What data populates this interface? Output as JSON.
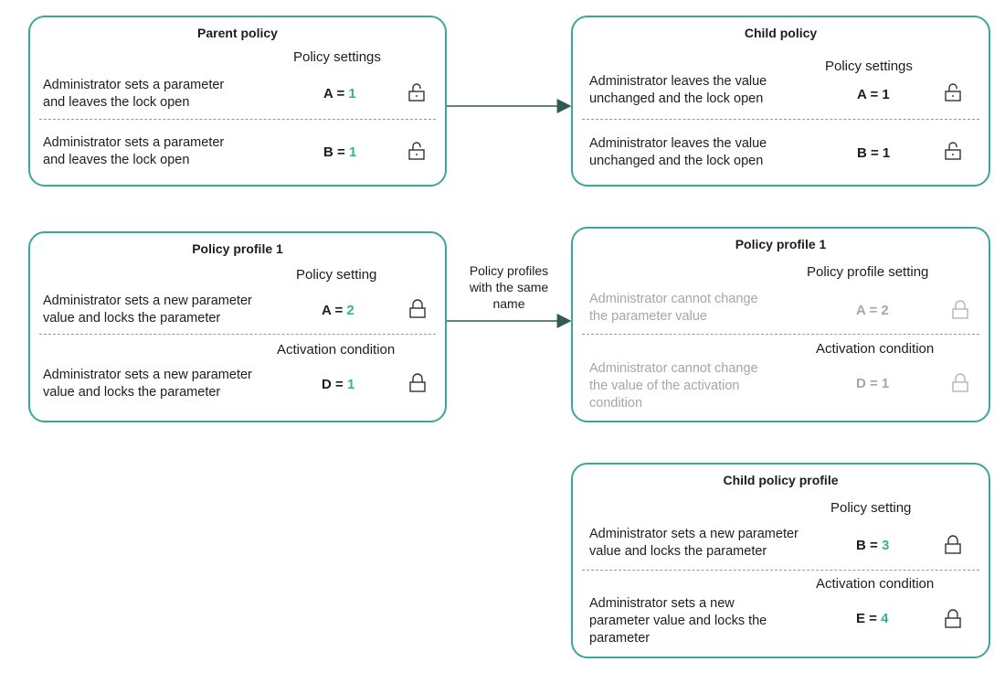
{
  "colors": {
    "accent": "#3aa896",
    "value": "#2fb597",
    "muted": "#a6a6a6",
    "arrow": "#2f5b52"
  },
  "parent_policy": {
    "title": "Parent policy",
    "section": "Policy settings",
    "rows": [
      {
        "text1": "Administrator sets a parameter",
        "text2": "and leaves the lock open",
        "param": "A = ",
        "value": "1",
        "lock": "unlocked-icon"
      },
      {
        "text1": "Administrator sets a parameter",
        "text2": "and  leaves the lock open",
        "param": "B = ",
        "value": "1",
        "lock": "unlocked-icon"
      }
    ]
  },
  "child_policy": {
    "title": "Child policy",
    "section": "Policy settings",
    "rows": [
      {
        "text1": "Administrator leaves the value",
        "text2": "unchanged and the lock open",
        "param": "A = 1",
        "lock": "unlocked-icon"
      },
      {
        "text1": "Administrator leaves the value",
        "text2": "unchanged and the lock open",
        "param": "B = 1",
        "lock": "unlocked-icon"
      }
    ]
  },
  "policy_profile_left": {
    "title": "Policy profile 1",
    "section1": "Policy setting",
    "section2": "Activation condition",
    "rows": [
      {
        "text1": "Administrator sets a new parameter",
        "text2": "value and locks the parameter",
        "param": "A = ",
        "value": "2",
        "lock": "locked-icon"
      },
      {
        "text1": "Administrator sets a new parameter",
        "text2": "value and locks the parameter",
        "param": "D = ",
        "value": "1",
        "lock": "locked-icon"
      }
    ]
  },
  "policy_profile_right": {
    "title": "Policy profile 1",
    "section1": "Policy profile setting",
    "section2": "Activation condition",
    "rows": [
      {
        "text1": "Administrator cannot change",
        "text2": "the parameter value",
        "param": "A = 2",
        "lock": "locked-icon"
      },
      {
        "text1": "Administrator cannot change",
        "text2": "the value of the activation",
        "text3": "condition",
        "param": "D = 1",
        "lock": "locked-icon"
      }
    ]
  },
  "child_policy_profile": {
    "title": "Child policy profile",
    "section1": "Policy setting",
    "section2": "Activation condition",
    "rows": [
      {
        "text1": "Administrator sets a new parameter",
        "text2": " value and locks the parameter",
        "param": "B = ",
        "value": "3",
        "lock": "locked-icon"
      },
      {
        "text1": "Administrator sets a new",
        "text2": "parameter value and locks the",
        "text3": "parameter",
        "param": "E = ",
        "value": "4",
        "lock": "locked-icon"
      }
    ]
  },
  "edge_label": {
    "line1": "Policy profiles",
    "line2": "with the same",
    "line3": "name"
  }
}
